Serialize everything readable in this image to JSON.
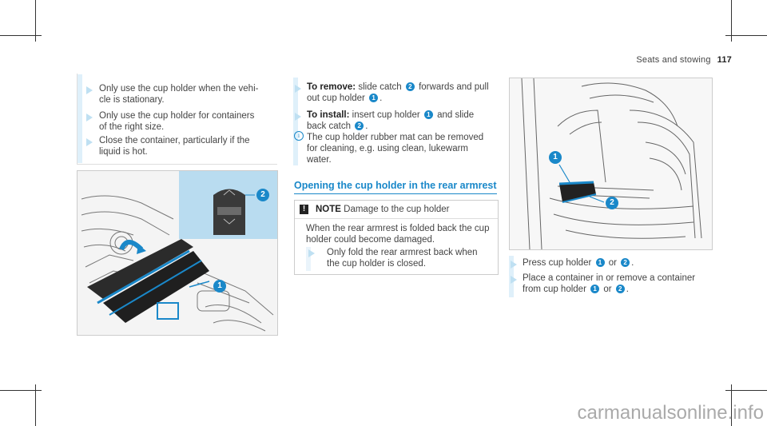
{
  "header": {
    "section": "Seats and stowing",
    "page": "117"
  },
  "col1": {
    "items": [
      {
        "line1": "Only use the cup holder when the vehi-",
        "line2": "cle is stationary."
      },
      {
        "line1": "Only use the cup holder for containers",
        "line2": "of the right size."
      },
      {
        "line1": "Close the container, particularly if the",
        "line2": "liquid is hot."
      }
    ]
  },
  "col2": {
    "remove_label": "To remove:",
    "remove_l1a": "slide catch",
    "remove_l1b": "forwards and pull",
    "remove_l2a": "out cup holder",
    "install_label": "To install:",
    "install_l1a": "insert cup holder",
    "install_l1b": "and slide",
    "install_l2a": "back catch",
    "info_l1": "The cup holder rubber mat can be removed",
    "info_l2": "for cleaning, e.g. using clean, lukewarm",
    "info_l3": "water.",
    "heading": "Opening the cup holder in the rear armrest",
    "note_title": "NOTE",
    "note_title_rest": "Damage to the cup holder",
    "note_l1": "When the rear armrest is folded back the cup",
    "note_l2": "holder could become damaged.",
    "note_bullet_l1": "Only fold the rear armrest back when",
    "note_bullet_l2": "the cup holder is closed."
  },
  "col3": {
    "press_a": "Press cup holder",
    "press_or": "or",
    "place_l1": "Place a container in or remove a container",
    "place_l2a": "from cup holder",
    "place_or": "or"
  },
  "callouts": {
    "one": "1",
    "two": "2"
  },
  "watermark": "carmanualsonline.info",
  "colors": {
    "accent": "#1a88c9",
    "highlight_panel": "#b9dcf0"
  }
}
